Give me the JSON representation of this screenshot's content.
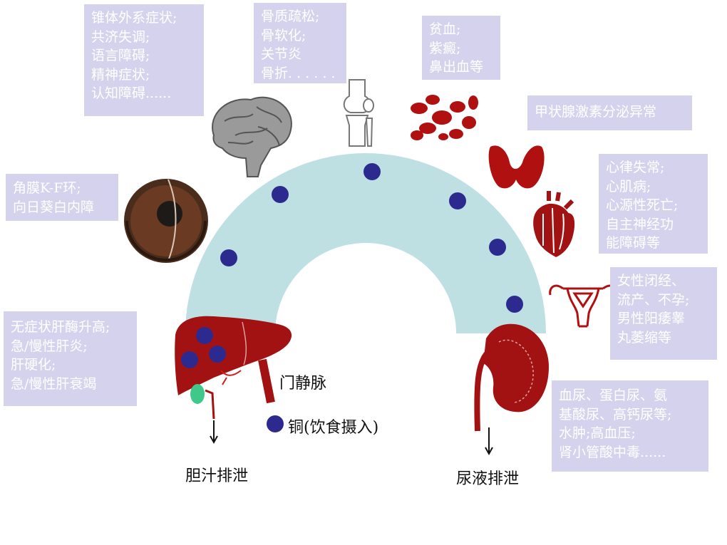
{
  "colors": {
    "arch": "#bfe0e3",
    "copper_dot": "#2d2a8f",
    "organ_red": "#b01010",
    "box_fill": "#d4d2ec",
    "box_text": "#ffffff",
    "brain_gray": "#8e8e8e"
  },
  "boxes": {
    "neuro": [
      "锥体外系症状;",
      "共济失调;",
      "语言障碍;",
      "精神症状;",
      "认知障碍......"
    ],
    "bone": [
      "骨质疏松;",
      "骨软化;",
      "关节炎",
      "骨折. . . . . ."
    ],
    "blood": [
      "贫血;",
      "紫癜;",
      "鼻出血等"
    ],
    "thyroid": [
      "甲状腺激素分泌异常"
    ],
    "heart": [
      "心律失常;",
      "心肌病;",
      "心源性死亡;",
      "自主神经功",
      "能障碍等"
    ],
    "eye": [
      "角膜K-F环;",
      "向日葵白内障"
    ],
    "reproductive": [
      "女性闭经、",
      "流产、不孕;",
      "男性阳痿睾",
      "丸萎缩等"
    ],
    "liver": [
      "无症状肝酶升高;",
      "急/慢性肝炎;",
      "肝硬化;",
      "急/慢性肝衰竭"
    ],
    "kidney": [
      "血尿、蛋白尿、氨",
      "基酸尿、高钙尿等;",
      "水肿;高血压;",
      "肾小管酸中毒......"
    ]
  },
  "labels": {
    "portal_vein": "门静脉",
    "copper_legend": "铜(饮食摄入)",
    "bile_excretion": "胆汁排泄",
    "urine_excretion": "尿液排泄"
  },
  "icons": [
    "brain-icon",
    "knee-joint-icon",
    "red-blood-cells-icon",
    "thyroid-icon",
    "heart-icon",
    "eye-icon",
    "uterus-icon",
    "liver-icon",
    "kidney-icon"
  ]
}
